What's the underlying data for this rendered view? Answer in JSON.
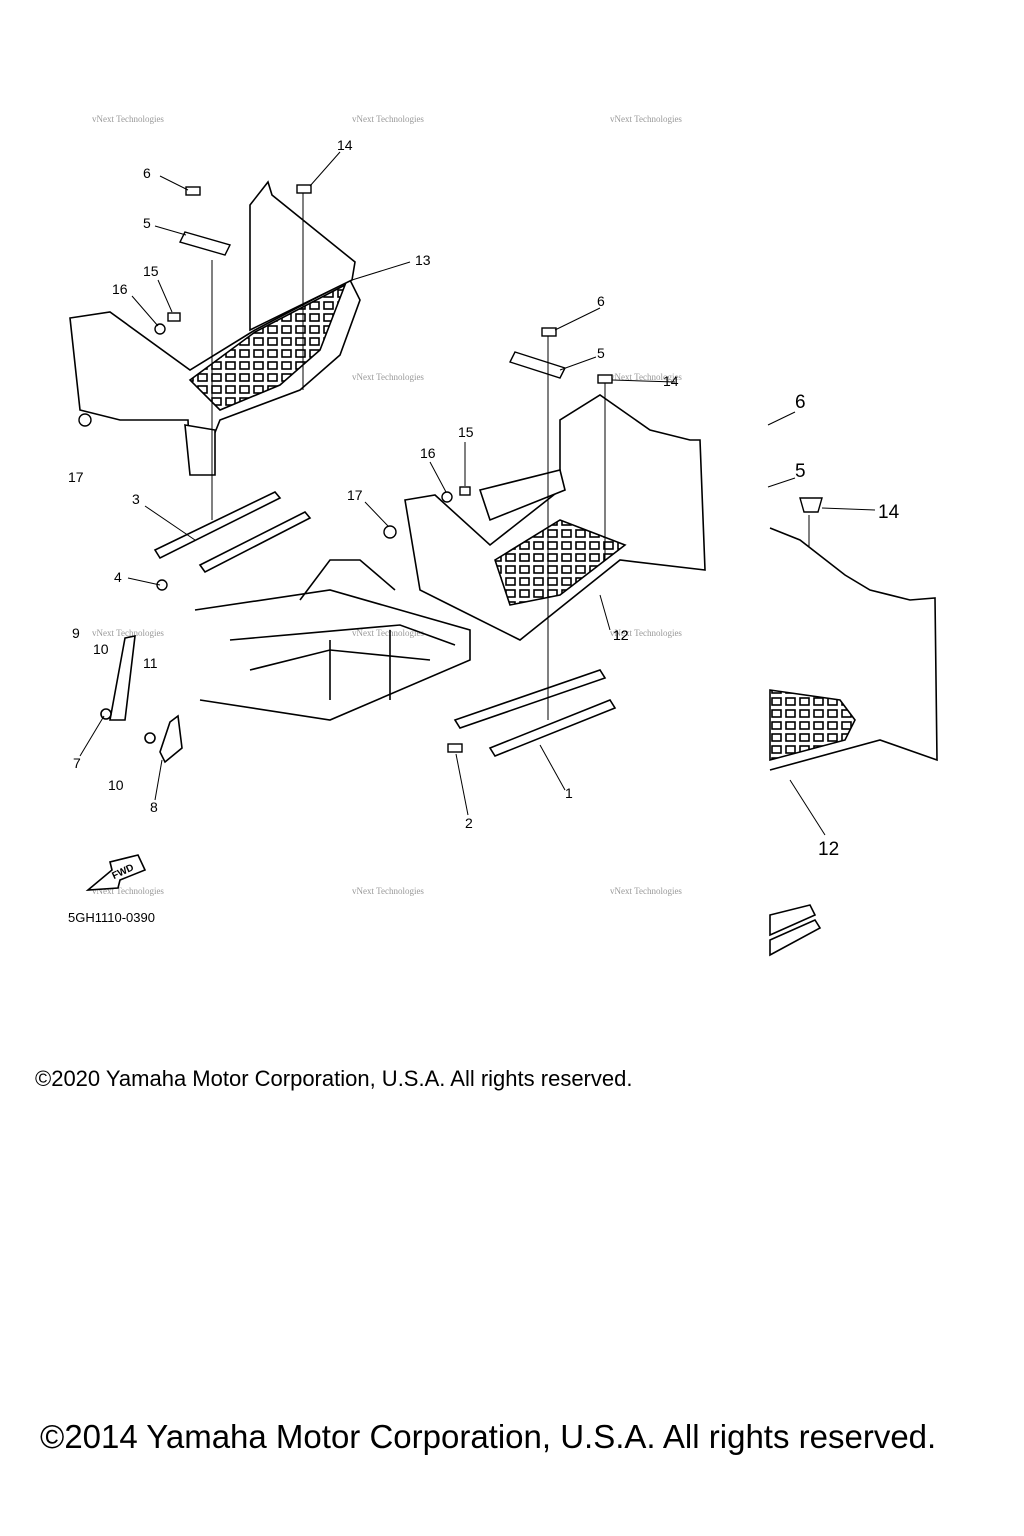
{
  "diagram": {
    "callouts": [
      "1",
      "2",
      "3",
      "4",
      "5",
      "6",
      "7",
      "8",
      "9",
      "10",
      "10",
      "11",
      "12",
      "13",
      "14",
      "15",
      "16",
      "17",
      "6",
      "5",
      "14",
      "16",
      "15",
      "17",
      "12",
      "6",
      "5",
      "14",
      "12"
    ],
    "watermark": "vNext Technologies",
    "part_number": "5GH1110-0390",
    "fwd_label": "FWD"
  },
  "copyright_small": "©2020 Yamaha Motor Corporation, U.S.A. All rights reserved.",
  "copyright_large": "©2014 Yamaha Motor Corporation, U.S.A. All rights reserved."
}
